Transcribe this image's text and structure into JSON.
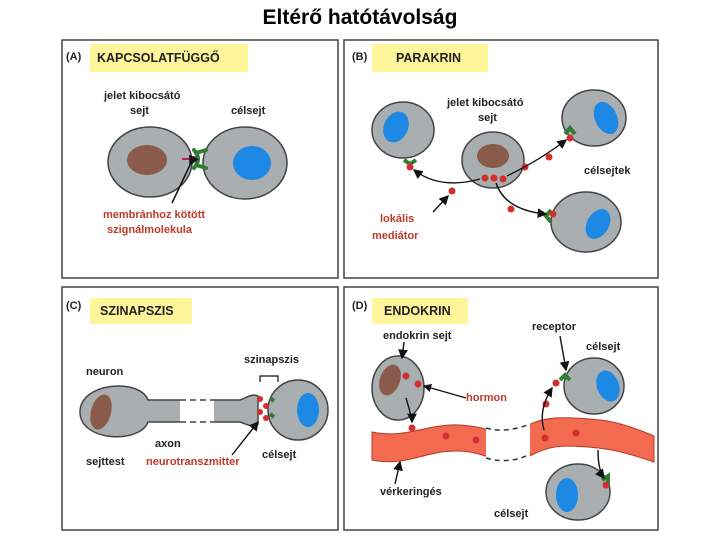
{
  "title": "Eltérő hatótávolság",
  "panels": {
    "a": {
      "letter": "(A)",
      "header": "KAPCSOLATFÜGGŐ",
      "signal_cell_1": "jelet kibocsátó",
      "signal_cell_2": "sejt",
      "target_cell": "célsejt",
      "molecule_1": "membránhoz kötött",
      "molecule_2": "szignálmolekula"
    },
    "b": {
      "letter": "(B)",
      "header": "PARAKRIN",
      "signal_cell_1": "jelet kibocsátó",
      "signal_cell_2": "sejt",
      "target_cells": "célsejtek",
      "mediator_1": "lokális",
      "mediator_2": "mediátor"
    },
    "c": {
      "letter": "(C)",
      "header": "SZINAPSZIS",
      "neuron": "neuron",
      "synapse": "szinapszis",
      "axon": "axon",
      "cell_body": "sejttest",
      "neurotransmitter": "neurotranszmitter",
      "target_cell": "célsejt"
    },
    "d": {
      "letter": "(D)",
      "header": "ENDOKRIN",
      "endocrine_cell": "endokrin sejt",
      "receptor": "receptor",
      "target_cell_top": "célsejt",
      "hormone": "hormon",
      "circulation": "vérkeringés",
      "target_cell_bottom": "célsejt"
    }
  },
  "colors": {
    "header_bg": "#fff59a",
    "cell_fill": "#a9aeb1",
    "nucleus_signal": "#8a5a4a",
    "nucleus_target": "#1e88e5",
    "signal_dot": "#d32f2f",
    "receptor": "#2e7d32",
    "vessel": "#f26a50",
    "label_red": "#c0392b"
  }
}
